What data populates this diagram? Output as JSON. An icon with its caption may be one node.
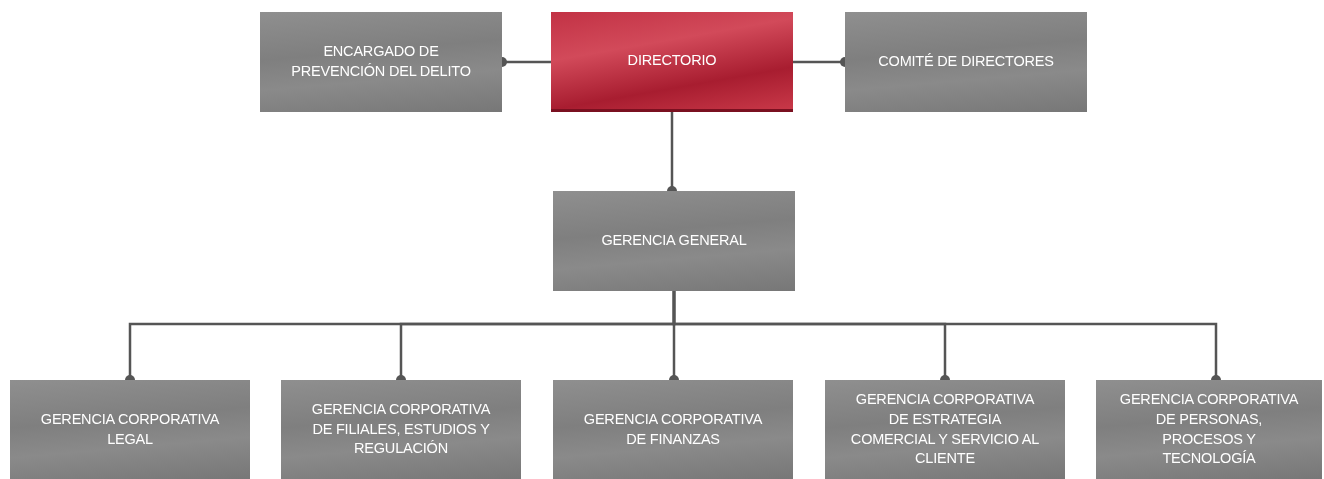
{
  "diagram": {
    "nodes": [
      {
        "text": [
          "ENCARGADO DE PREVENCIÓN DEL DELITO"
        ]
      },
      {
        "text": [
          "DIRECTORIO"
        ]
      },
      {
        "text": [
          "COMITÉ DE DIRECTORES"
        ]
      },
      {
        "text": [
          "GERENCIA GENERAL"
        ]
      },
      {
        "text": [
          "GERENCIA CORPORATIVA LEGAL"
        ]
      },
      {
        "text": [
          "GERENCIA CORPORATIVA DE FILIALES, ESTUDIOS Y REGULACIÓN"
        ]
      },
      {
        "text": [
          "GERENCIA CORPORATIVA DE FINANZAS"
        ]
      },
      {
        "text": [
          "GERENCIA CORPORATIVA DE ESTRATEGIA COMERCIAL Y SERVICIO AL CLIENTE"
        ]
      },
      {
        "text": [
          "GERENCIA CORPORATIVA DE PERSONAS, PROCESOS Y TECNOLOGÍA"
        ]
      }
    ],
    "edges": [
      {
        "from": 1,
        "to": 0,
        "arrow": "other"
      },
      {
        "from": 1,
        "to": 2,
        "arrow": "other"
      },
      {
        "from": 1,
        "to": 3,
        "arrow": "other"
      },
      {
        "from": 3,
        "to": 4,
        "arrow": "other"
      },
      {
        "from": 3,
        "to": 5,
        "arrow": "other"
      },
      {
        "from": 3,
        "to": 6,
        "arrow": "other"
      },
      {
        "from": 3,
        "to": 7,
        "arrow": "other"
      },
      {
        "from": 3,
        "to": 8,
        "arrow": "other"
      }
    ]
  }
}
